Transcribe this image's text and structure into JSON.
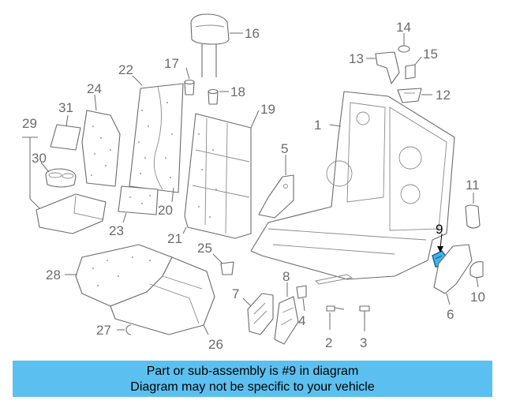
{
  "labels": {
    "p1": "1",
    "p2": "2",
    "p3": "3",
    "p4": "4",
    "p5": "5",
    "p6": "6",
    "p7": "7",
    "p8": "8",
    "p9": "9",
    "p10": "10",
    "p11": "11",
    "p12": "12",
    "p13": "13",
    "p14": "14",
    "p15": "15",
    "p16": "16",
    "p17": "17",
    "p18": "18",
    "p19": "19",
    "p20": "20",
    "p21": "21",
    "p22": "22",
    "p23": "23",
    "p24": "24",
    "p25": "25",
    "p26": "26",
    "p27": "27",
    "p28": "28",
    "p29": "29",
    "p30": "30",
    "p31": "31"
  },
  "highlight": {
    "part": "9",
    "color": "#3fb4ea"
  },
  "banner": {
    "line1": "Part or sub-assembly is #9 in diagram",
    "line2": "Diagram may not be specific to your vehicle",
    "color": "#5bc0ef"
  }
}
